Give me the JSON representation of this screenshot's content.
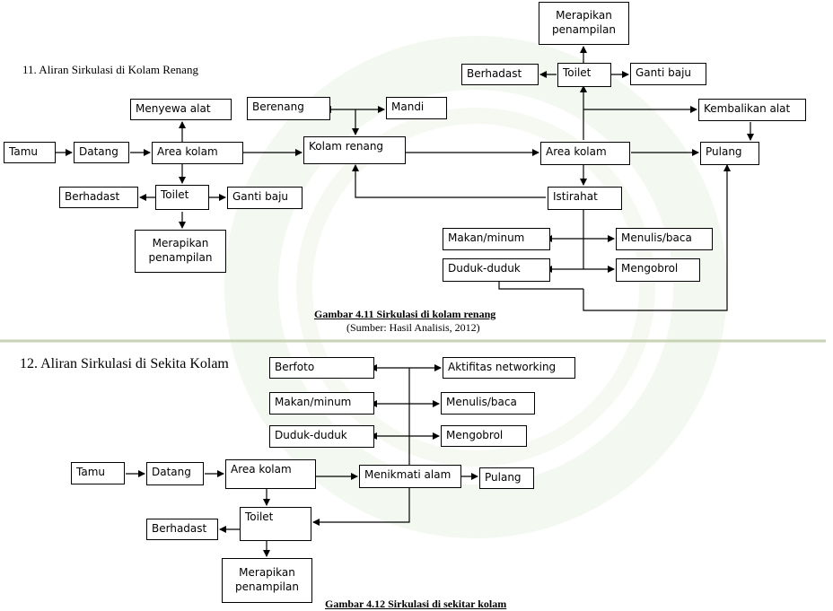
{
  "section11": {
    "heading": "11. Aliran Sirkulasi di Kolam Renang",
    "caption": "Gambar 4.11 Sirkulasi di kolam renang",
    "source": "(Sumber: Hasil Analisis, 2012)",
    "nodes": {
      "tamu": "Tamu",
      "datang": "Datang",
      "area_kolam_1": "Area kolam",
      "menyewa_alat": "Menyewa alat",
      "toilet_1": "Toilet",
      "berhadast_1": "Berhadast",
      "ganti_baju_1": "Ganti baju",
      "merapikan_1": "Merapikan penampilan",
      "berenang": "Berenang",
      "mandi": "Mandi",
      "kolam_renang": "Kolam renang",
      "area_kolam_2": "Area kolam",
      "istirahat": "Istirahat",
      "makan_minum": "Makan/minum",
      "duduk_duduk": "Duduk-duduk",
      "menulis_baca": "Menulis/baca",
      "mengobrol": "Mengobrol",
      "toilet_2": "Toilet",
      "berhadast_2": "Berhadast",
      "ganti_baju_2": "Ganti baju",
      "merapikan_2": "Merapikan penampilan",
      "kembalikan_alat": "Kembalikan alat",
      "pulang": "Pulang"
    }
  },
  "section12": {
    "heading": "12. Aliran Sirkulasi di Sekita Kolam",
    "caption": "Gambar 4.12 Sirkulasi di sekitar kolam",
    "nodes": {
      "berfoto": "Berfoto",
      "makan_minum": "Makan/minum",
      "duduk_duduk": "Duduk-duduk",
      "aktifitas_networking": "Aktifitas networking",
      "menulis_baca": "Menulis/baca",
      "mengobrol": "Mengobrol",
      "tamu": "Tamu",
      "datang": "Datang",
      "area_kolam": "Area kolam",
      "menikmati_alam": "Menikmati alam",
      "pulang": "Pulang",
      "toilet": "Toilet",
      "berhadast": "Berhadast",
      "merapikan": "Merapikan penampilan"
    }
  },
  "colors": {
    "watermark": "#8cbe6e",
    "divider": "#c8d2b4",
    "line": "#000000"
  }
}
